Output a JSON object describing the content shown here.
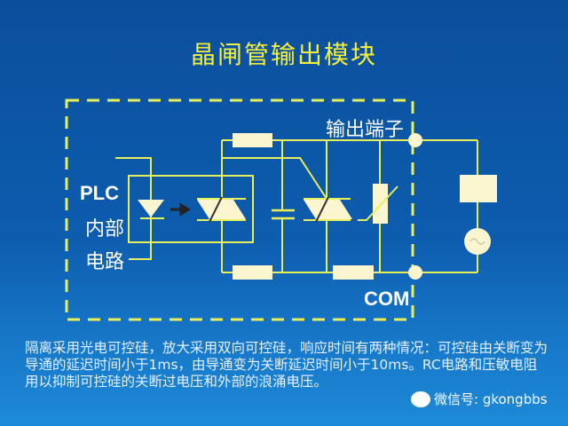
{
  "slide": {
    "title": "晶闸管输出模块",
    "labels": {
      "plc": "PLC",
      "internal_1": "内部",
      "internal_2": "电路",
      "output_terminal": "输出端子",
      "com": "COM"
    },
    "description": "隔离采用光电可控硅，放大采用双向可控硅，响应时间有两种情况：可控硅由关断变为导通的延迟时间小于1ms，由导通变为关断延迟时间小于10ms。RC电路和压敏电阻用以抑制可控硅的关断过电压和外部的浪涌电压。",
    "watermark": "微信号: gkongbbs"
  },
  "colors": {
    "wire": "#e8ef5a",
    "component": "#fbf6cf",
    "title": "#f4ef3a"
  }
}
